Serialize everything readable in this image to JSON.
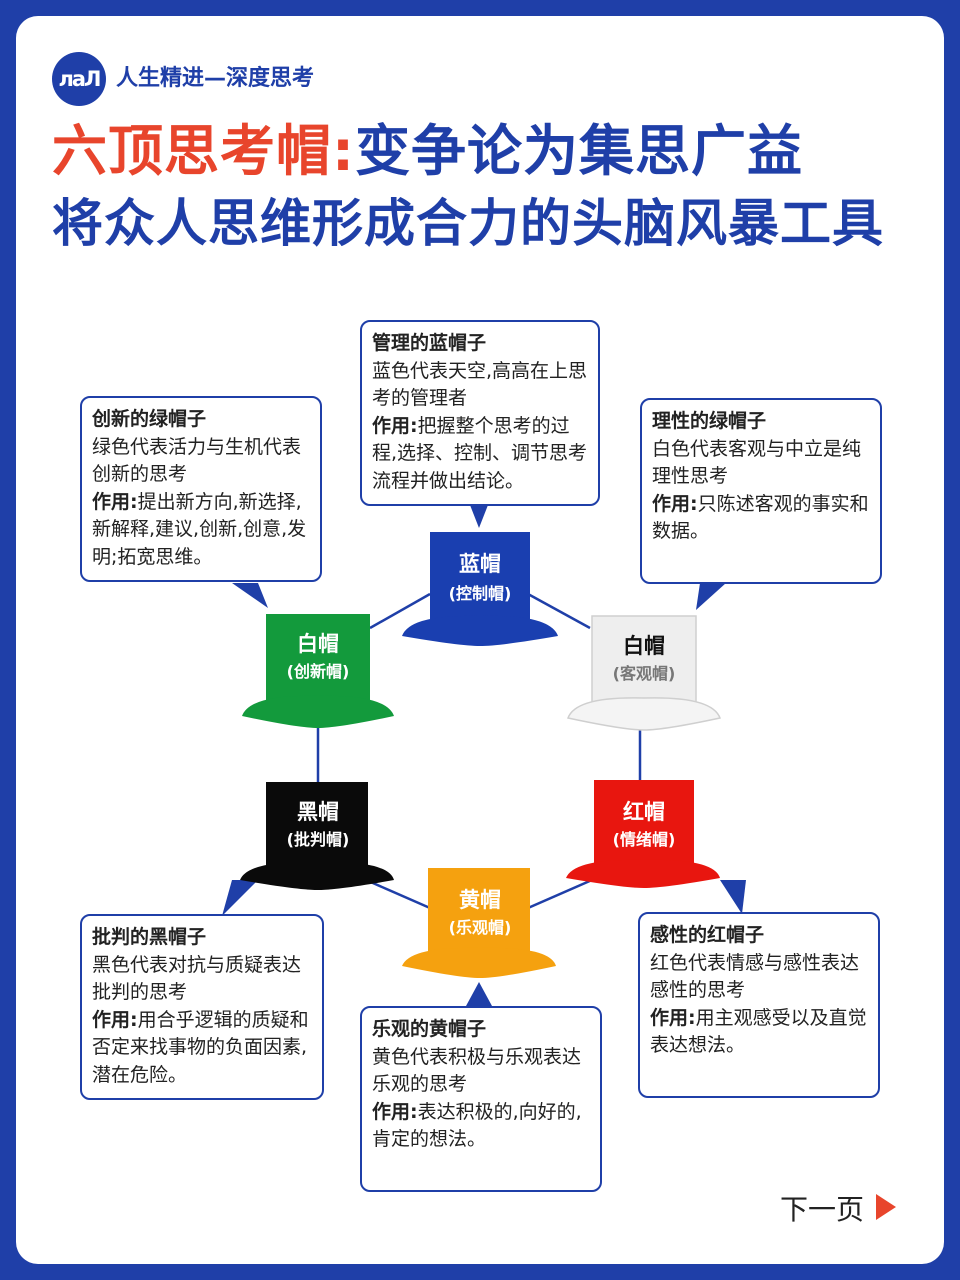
{
  "header": {
    "logo_text": "лаЛ",
    "brand": "人生精进—深度思考",
    "title_part1": "六顶思考帽:",
    "title_part2": "变争论为集思广益",
    "subtitle": "将众人思维形成合力的头脑风暴工具"
  },
  "hats": {
    "blue": {
      "name": "蓝帽",
      "sub": "(控制帽)",
      "color": "#1a3fb0"
    },
    "green": {
      "name": "白帽",
      "sub": "(创新帽)",
      "color": "#139a3c"
    },
    "white": {
      "name": "白帽",
      "sub": "(客观帽)",
      "color": "#eeeeee"
    },
    "black": {
      "name": "黑帽",
      "sub": "(批判帽)",
      "color": "#0a0a0a"
    },
    "red": {
      "name": "红帽",
      "sub": "(情绪帽)",
      "color": "#e8160f"
    },
    "yellow": {
      "name": "黄帽",
      "sub": "(乐观帽)",
      "color": "#f5a10f"
    }
  },
  "boxes": {
    "blue": {
      "title": "管理的蓝帽子",
      "desc": "蓝色代表天空,高高在上思考的管理者",
      "role_label": "作用:",
      "role": "把握整个思考的过程,选择、控制、调节思考流程并做出结论。"
    },
    "green": {
      "title": "创新的绿帽子",
      "desc": "绿色代表活力与生机代表创新的思考",
      "role_label": "作用:",
      "role": "提出新方向,新选择,新解释,建议,创新,创意,发明;拓宽思维。"
    },
    "white": {
      "title": "理性的绿帽子",
      "desc": "白色代表客观与中立是纯理性思考",
      "role_label": "作用:",
      "role": "只陈述客观的事实和数据。"
    },
    "black": {
      "title": "批判的黑帽子",
      "desc": "黑色代表对抗与质疑表达批判的思考",
      "role_label": "作用:",
      "role": "用合乎逻辑的质疑和否定来找事物的负面因素,潜在危险。"
    },
    "red": {
      "title": "感性的红帽子",
      "desc": "红色代表情感与感性表达感性的思考",
      "role_label": "作用:",
      "role": "用主观感受以及直觉表达想法。"
    },
    "yellow": {
      "title": "乐观的黄帽子",
      "desc": "黄色代表积极与乐观表达乐观的思考",
      "role_label": "作用:",
      "role": "表达积极的,向好的,肯定的想法。"
    }
  },
  "footer": {
    "next_label": "下一页"
  },
  "colors": {
    "brand_blue": "#1f3fa8",
    "accent_red": "#e8452c"
  }
}
